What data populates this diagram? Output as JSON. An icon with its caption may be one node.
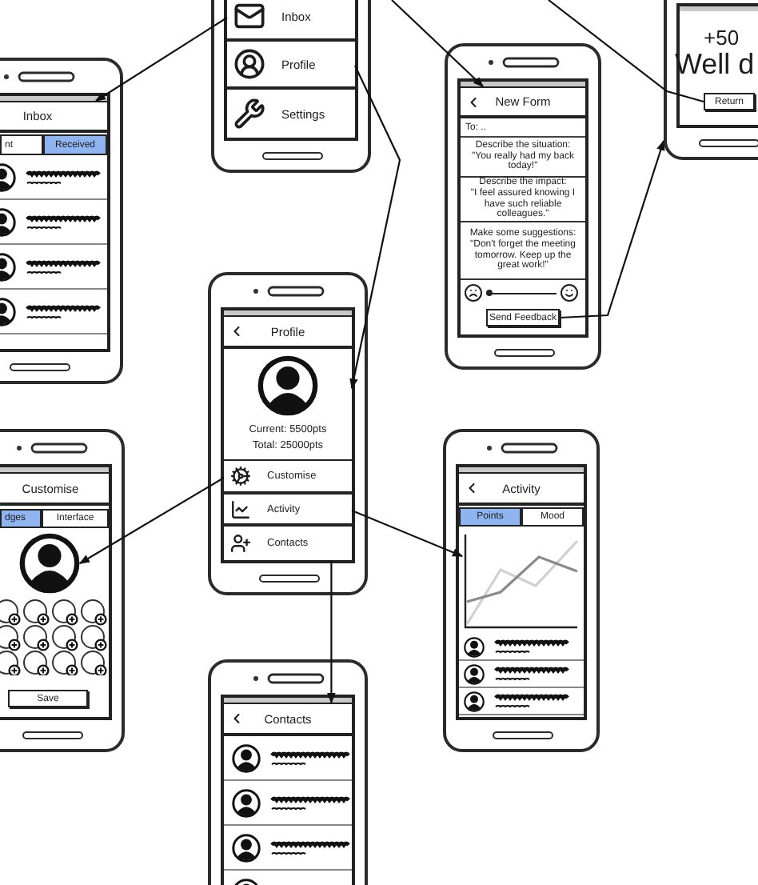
{
  "diagram": {
    "nodes": [
      {
        "text": [],
        "shape": "phone"
      },
      {
        "text": [
          "Inbox"
        ],
        "in": 0
      },
      {
        "text": [
          "Profile"
        ],
        "in": 0
      },
      {
        "text": [
          "Settings"
        ],
        "in": 0
      },
      {
        "text": [],
        "shape": "phone"
      },
      {
        "text": [
          "New Form"
        ],
        "in": 4
      },
      {
        "text": [
          "To: .."
        ],
        "in": 4
      },
      {
        "text": [
          "Describe the situation:",
          "\"You really had my back today!\""
        ],
        "in": 4
      },
      {
        "text": [
          "Describe the impact:",
          "\"I feel assured knowing I have such reliable colleagues.\""
        ],
        "in": 4
      },
      {
        "text": [
          "Make some suggestions:",
          "\"Don't forget the meeting tomorrow. Keep up the great work!\""
        ],
        "in": 4
      },
      {
        "text": [
          "Send Feedback"
        ],
        "in": 4
      },
      {
        "text": [],
        "shape": "phone"
      },
      {
        "text": [
          "Return"
        ],
        "in": 11
      },
      {
        "text": [],
        "shape": "phone"
      },
      {
        "text": [
          "Inbox"
        ],
        "in": 13
      },
      {
        "text": [],
        "shape": "phone"
      },
      {
        "text": [
          "Profile"
        ],
        "in": 15
      },
      {
        "text": [
          "Current: 5500pts",
          "Total: 25000pts"
        ],
        "in": 15
      },
      {
        "text": [
          "Customise"
        ],
        "in": 15
      },
      {
        "text": [
          "Activity"
        ],
        "in": 15
      },
      {
        "text": [
          "Contacts"
        ],
        "in": 15
      },
      {
        "text": [],
        "shape": "phone"
      },
      {
        "text": [
          "Customise"
        ],
        "in": 21
      },
      {
        "text": [],
        "shape": "person",
        "in": 21
      },
      {
        "text": [
          "Save"
        ],
        "in": 21
      },
      {
        "text": [],
        "shape": "phone"
      },
      {
        "text": [
          "Activity"
        ],
        "in": 25
      },
      {
        "text": [],
        "shape": "chart",
        "in": 25
      },
      {
        "text": [],
        "shape": "phone"
      },
      {
        "text": [
          "Contacts"
        ],
        "in": 28
      },
      {
        "text": [
          "nt"
        ],
        "in": 13
      },
      {
        "text": [
          "Received"
        ],
        "in": 13
      },
      {
        "text": [
          "dges"
        ],
        "in": 21
      },
      {
        "text": [
          "Interface"
        ],
        "in": 21
      },
      {
        "text": [
          "Points"
        ],
        "in": 25
      },
      {
        "text": [
          "Mood"
        ],
        "in": 25
      }
    ],
    "edges": [
      {
        "from": 1,
        "to": 14,
        "arrow": "to"
      },
      {
        "from": 2,
        "to": 17,
        "arrow": "to"
      },
      {
        "from": null,
        "to": 5,
        "arrow": "to"
      },
      {
        "from": 12,
        "to": null,
        "arrow": "none"
      },
      {
        "from": 10,
        "to": 11,
        "arrow": "to"
      },
      {
        "from": 18,
        "to": 23,
        "arrow": "to"
      },
      {
        "from": 19,
        "to": 27,
        "arrow": "to"
      },
      {
        "from": 20,
        "to": 29,
        "arrow": "to"
      }
    ],
    "labels": [
      "+50",
      "Well d"
    ]
  }
}
